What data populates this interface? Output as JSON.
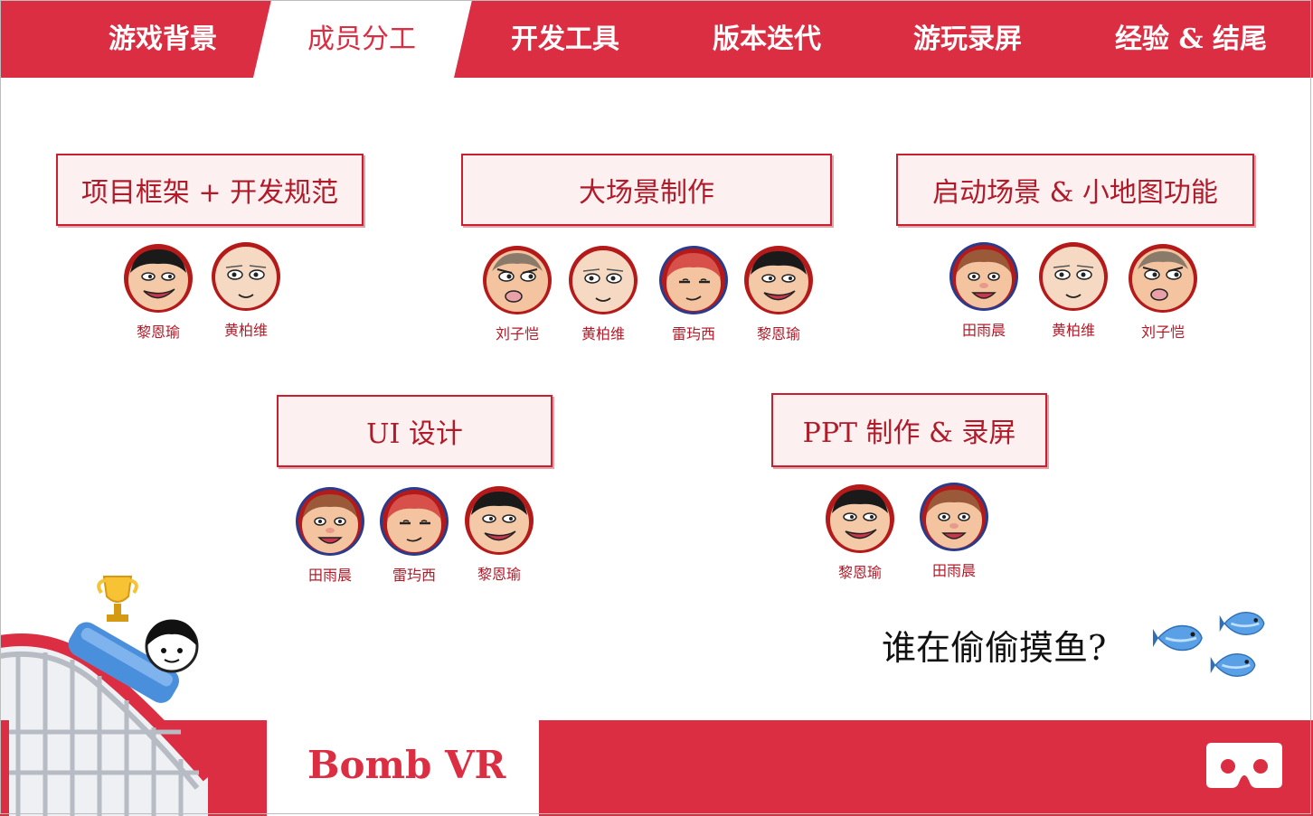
{
  "nav": {
    "items": [
      "游戏背景",
      "成员分工",
      "开发工具",
      "版本迭代",
      "游玩录屏",
      "经验 & 结尾"
    ],
    "active_index": 1
  },
  "roles": [
    {
      "title": "项目框架 + 开发规范",
      "members": [
        "黎恩瑜",
        "黄柏维"
      ]
    },
    {
      "title": "大场景制作",
      "members": [
        "刘子恺",
        "黄柏维",
        "雷玙西",
        "黎恩瑜"
      ]
    },
    {
      "title": "启动场景 & 小地图功能",
      "members": [
        "田雨晨",
        "黄柏维",
        "刘子恺"
      ]
    },
    {
      "title": "UI 设计",
      "members": [
        "田雨晨",
        "雷玙西",
        "黎恩瑜"
      ]
    },
    {
      "title": "PPT 制作 & 录屏",
      "members": [
        "黎恩瑜",
        "田雨晨"
      ]
    }
  ],
  "avatar_icons": {
    "黎恩瑜": "grinning-black-hair-face-icon",
    "黄柏维": "bald-smiling-face-icon",
    "刘子恺": "open-mouth-face-icon",
    "雷玙西": "red-hair-squinting-face-icon",
    "田雨晨": "brown-hair-smiling-face-icon"
  },
  "fish_caption": "谁在偷偷摸鱼?",
  "footer": {
    "brand": "Bomb VR"
  },
  "colors": {
    "accent": "#dc2e43",
    "role_text": "#b11a28",
    "role_bg": "#fdf0f1"
  }
}
